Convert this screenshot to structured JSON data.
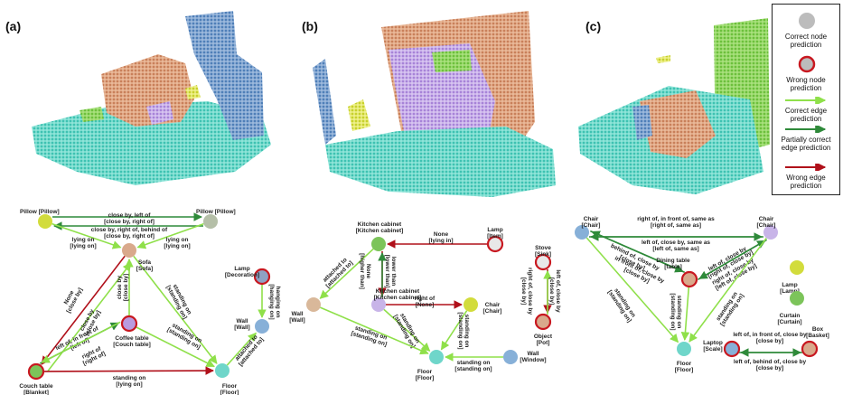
{
  "panels": [
    {
      "tag": "(a)"
    },
    {
      "tag": "(b)"
    },
    {
      "tag": "(c)"
    }
  ],
  "legend": {
    "correct_node": "Correct node prediction",
    "wrong_node": "Wrong node prediction",
    "correct_edge": "Correct edge prediction",
    "partial_edge": "Partially correct edge prediction",
    "wrong_edge": "Wrong edge prediction"
  },
  "colors": {
    "correct_edge": "#8fe04a",
    "partial_edge": "#2f8a3a",
    "wrong_edge": "#b0101a",
    "wrong_node_border": "#c81820",
    "floor": "#59d3c4",
    "wall": "#5a88c0",
    "furniture": "#d99a74",
    "purple": "#b99be0",
    "yellow": "#d2dc3c"
  },
  "graph_a": {
    "nodes": [
      {
        "id": "pillow1",
        "label": "Pillow [Pillow]",
        "color": "#d2dc3c",
        "wrong": false
      },
      {
        "id": "pillow2",
        "label": "Pillow [Pillow]",
        "color": "#b5bfa8",
        "wrong": false
      },
      {
        "id": "sofa",
        "label": "Sofa [Sofa]",
        "color": "#d9a98c",
        "wrong": false
      },
      {
        "id": "lamp",
        "label": "Lamp [Decoration]",
        "color": "#8fa1c4",
        "wrong": true
      },
      {
        "id": "wall",
        "label": "Wall [Wall]",
        "color": "#87b0d8",
        "wrong": false
      },
      {
        "id": "coffee",
        "label": "Coffee table [Couch table]",
        "color": "#b99be0",
        "wrong": true
      },
      {
        "id": "floor",
        "label": "Floor [Floor]",
        "color": "#6fd6ca",
        "wrong": false
      },
      {
        "id": "couch",
        "label": "Couch table [Blanket]",
        "color": "#7cc45a",
        "wrong": true
      }
    ],
    "edges": [
      {
        "label": "close by, left of [close by, right of]",
        "type": "partial"
      },
      {
        "label": "close by, right of, behind of [close by, right of]",
        "type": "partial"
      },
      {
        "label": "lying on [lying on]",
        "type": "correct"
      },
      {
        "label": "lying on [lying on]",
        "type": "correct"
      },
      {
        "label": "None [close by]",
        "type": "wrong"
      },
      {
        "label": "close by [close by]",
        "type": "correct"
      },
      {
        "label": "close by [close by]",
        "type": "correct"
      },
      {
        "label": "standing on [standing on]",
        "type": "correct"
      },
      {
        "label": "hanging on [hanging on]",
        "type": "correct"
      },
      {
        "label": "left of, in front of [left of]",
        "type": "partial"
      },
      {
        "label": "right of [right of]",
        "type": "correct"
      },
      {
        "label": "standing on [standing on]",
        "type": "correct"
      },
      {
        "label": "attached to [attached to]",
        "type": "correct"
      },
      {
        "label": "standing on [lying on]",
        "type": "wrong"
      }
    ]
  },
  "graph_b": {
    "nodes": [
      {
        "id": "kcab1",
        "label": "Kitchen cabinet [Kitchen cabinet]",
        "color": "#7cc45a",
        "wrong": false
      },
      {
        "id": "lampb",
        "label": "Lamp [Item]",
        "color": "#e8e8e8",
        "wrong": true
      },
      {
        "id": "wallb",
        "label": "Wall [Wall]",
        "color": "#d9b89a",
        "wrong": false
      },
      {
        "id": "kcab2",
        "label": "Kitchen cabinet [Kitchen cabinet]",
        "color": "#c8b4e8",
        "wrong": false
      },
      {
        "id": "chair",
        "label": "Chair [Chair]",
        "color": "#d2dc3c",
        "wrong": false
      },
      {
        "id": "floorb",
        "label": "Floor [Floor]",
        "color": "#6fd6ca",
        "wrong": false
      },
      {
        "id": "wallw",
        "label": "Wall [Window]",
        "color": "#87b0d8",
        "wrong": false
      },
      {
        "id": "stove",
        "label": "Stove [Sink]",
        "color": "#e8e8e8",
        "wrong": true
      },
      {
        "id": "object",
        "label": "Object [Pot]",
        "color": "#d9a98c",
        "wrong": true
      }
    ],
    "edges": [
      {
        "label": "None [lying in]",
        "type": "wrong"
      },
      {
        "label": "attached to [attached to]",
        "type": "correct"
      },
      {
        "label": "None [higher than]",
        "type": "wrong"
      },
      {
        "label": "lower than [lower than]",
        "type": "partial"
      },
      {
        "label": "right of [None]",
        "type": "wrong"
      },
      {
        "label": "standing on [standing on]",
        "type": "correct"
      },
      {
        "label": "standing on [standing on]",
        "type": "correct"
      },
      {
        "label": "standing on [standing on]",
        "type": "correct"
      },
      {
        "label": "standing on [standing on]",
        "type": "correct"
      },
      {
        "label": "right of, close by [close by]",
        "type": "wrong"
      },
      {
        "label": "left of, close by [close by]",
        "type": "correct"
      }
    ]
  },
  "graph_c": {
    "nodes": [
      {
        "id": "chair1",
        "label": "Chair [Chair]",
        "color": "#87b0d8",
        "wrong": false
      },
      {
        "id": "chair2",
        "label": "Chair [Chair]",
        "color": "#c8b4e8",
        "wrong": false
      },
      {
        "id": "dining",
        "label": "Dining table [table]",
        "color": "#d9a98c",
        "wrong": true
      },
      {
        "id": "lampc",
        "label": "Lamp [Lamp]",
        "color": "#d2dc3c",
        "wrong": false
      },
      {
        "id": "curtain",
        "label": "Curtain [Curtain]",
        "color": "#7cc45a",
        "wrong": false
      },
      {
        "id": "floorc",
        "label": "Floor [Floor]",
        "color": "#6fd6ca",
        "wrong": false
      },
      {
        "id": "laptop",
        "label": "Laptop [Scale]",
        "color": "#87b0d8",
        "wrong": true
      },
      {
        "id": "box",
        "label": "Box [Basket]",
        "color": "#d9a98c",
        "wrong": true
      }
    ],
    "edges": [
      {
        "label": "right of, in front of, same as [right of, same as]",
        "type": "partial"
      },
      {
        "label": "left of, close by, same as [left of, same as]",
        "type": "partial"
      },
      {
        "label": "behind of, close by [close by]",
        "type": "partial"
      },
      {
        "label": "in front of, close by [close by]",
        "type": "partial"
      },
      {
        "label": "left of, close by [right of, close by]",
        "type": "partial"
      },
      {
        "label": "right of, close by [left of, close by]",
        "type": "partial"
      },
      {
        "label": "standing on [standing on]",
        "type": "correct"
      },
      {
        "label": "standing on [standing on]",
        "type": "correct"
      },
      {
        "label": "standing on [standing on]",
        "type": "correct"
      },
      {
        "label": "left of, in front of, close by [close by]",
        "type": "partial"
      },
      {
        "label": "left of, behind of, close by [close by]",
        "type": "partial"
      }
    ]
  }
}
